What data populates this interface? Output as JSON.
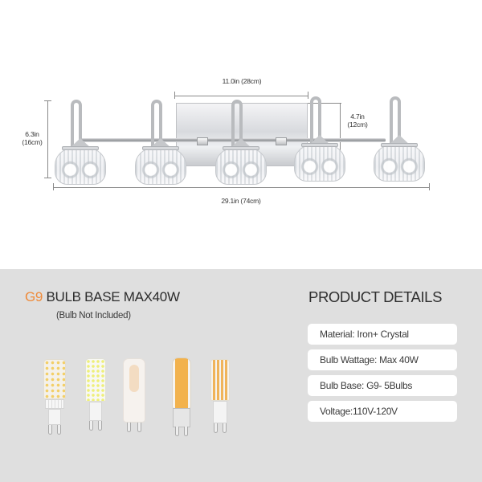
{
  "dimensions": {
    "height": {
      "value": "6.3in",
      "metric": "(16cm)"
    },
    "backplate_width": {
      "label": "11.0in  (28cm)"
    },
    "backplate_height": {
      "value": "4.7in",
      "metric": "(12cm)"
    },
    "total_width": {
      "label": "29.1in  (74cm)"
    }
  },
  "fixture": {
    "lamp_count": 5,
    "finish_color": "#c0c2c5"
  },
  "bulb_section": {
    "title_highlight": "G9",
    "title_rest": " BULB BASE MAX40W",
    "subtitle": "(Bulb Not Included)",
    "highlight_color": "#ef8b3a",
    "bulbs": [
      {
        "type": "ceramic-led-smd",
        "color": "#f6e3a8"
      },
      {
        "type": "clear-led-smd",
        "color": "#f2f08a"
      },
      {
        "type": "frosted-led",
        "color": "#f7efe5"
      },
      {
        "type": "cob-filament",
        "color": "#f2b24d"
      },
      {
        "type": "clear-filament",
        "color": "#f0b45a"
      }
    ]
  },
  "product_details": {
    "title": "PRODUCT DETAILS",
    "items": [
      {
        "label": "Material: Iron+ Crystal"
      },
      {
        "label": "Bulb Wattage: Max 40W"
      },
      {
        "label": "Bulb Base: G9- 5Bulbs"
      },
      {
        "label": "Voltage:110V-120V"
      }
    ]
  },
  "colors": {
    "top_background": "#ffffff",
    "bottom_background": "#dfdfdf",
    "detail_box": "#ffffff"
  }
}
